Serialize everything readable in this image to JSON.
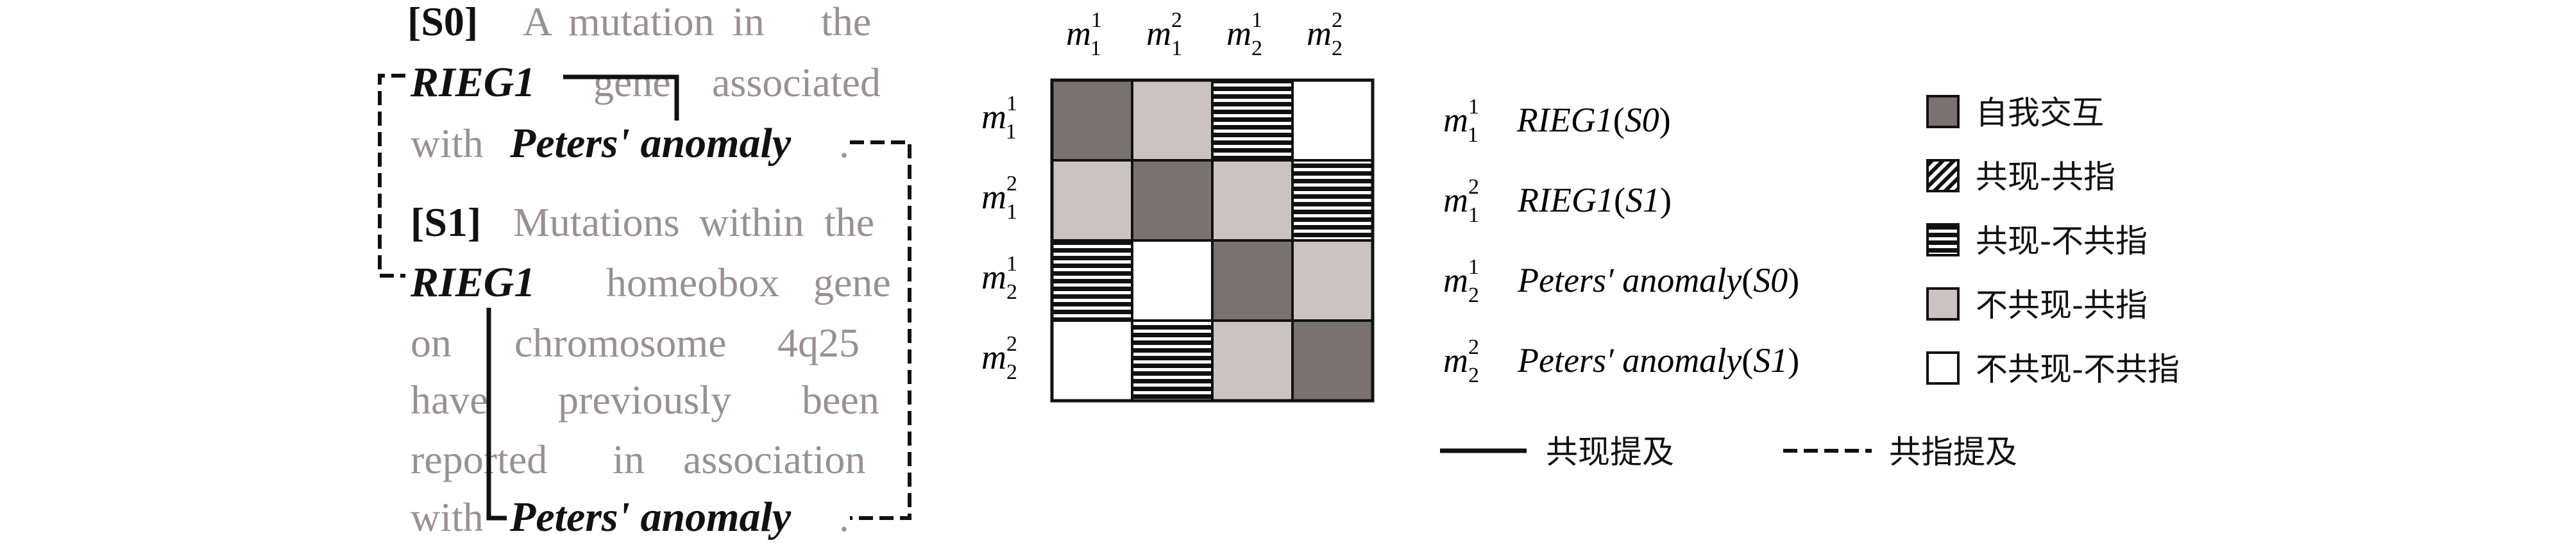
{
  "sentences": {
    "s0": {
      "tag": "[S0]",
      "line1_words": [
        "A",
        "mutation",
        "in",
        "the"
      ],
      "line2_entity": "RIEG1",
      "line2_words": [
        "gene",
        "associated"
      ],
      "line3_prefix": "with",
      "line3_entity": "Peters' anomaly",
      "line3_end": "."
    },
    "s1": {
      "tag": "[S1]",
      "line1_words": [
        "Mutations",
        "within",
        "the"
      ],
      "line2_entity": "RIEG1",
      "line2_words": [
        "homeobox",
        "gene"
      ],
      "line3_words": [
        "on",
        "chromosome",
        "4q25"
      ],
      "line4_words": [
        "have",
        "previously",
        "been"
      ],
      "line5_words": [
        "reported",
        "in",
        "association"
      ],
      "line6_prefix": "with",
      "line6_entity": "Peters' anomaly",
      "line6_end": "."
    }
  },
  "matrix": {
    "columns": [
      {
        "base": "m",
        "sup": "1",
        "sub": "1"
      },
      {
        "base": "m",
        "sup": "2",
        "sub": "1"
      },
      {
        "base": "m",
        "sup": "1",
        "sub": "2"
      },
      {
        "base": "m",
        "sup": "2",
        "sub": "2"
      }
    ],
    "rows": [
      {
        "base": "m",
        "sup": "1",
        "sub": "1"
      },
      {
        "base": "m",
        "sup": "2",
        "sub": "1"
      },
      {
        "base": "m",
        "sup": "1",
        "sub": "2"
      },
      {
        "base": "m",
        "sup": "2",
        "sub": "2"
      }
    ],
    "cells": [
      [
        "self",
        "noco-coref",
        "co-nocoref",
        "noco-nocoref"
      ],
      [
        "noco-coref",
        "self",
        "noco-coref",
        "co-nocoref"
      ],
      [
        "co-nocoref",
        "noco-nocoref",
        "self",
        "noco-coref"
      ],
      [
        "noco-nocoref",
        "co-nocoref",
        "noco-coref",
        "self"
      ]
    ]
  },
  "mentions": [
    {
      "base": "m",
      "sup": "1",
      "sub": "1",
      "name": "RIEG1",
      "src": "S0"
    },
    {
      "base": "m",
      "sup": "2",
      "sub": "1",
      "name": "RIEG1",
      "src": "S1"
    },
    {
      "base": "m",
      "sup": "1",
      "sub": "2",
      "name": "Peters′ anomaly",
      "src": "S0"
    },
    {
      "base": "m",
      "sup": "2",
      "sub": "2",
      "name": "Peters′ anomaly",
      "src": "S1"
    }
  ],
  "legend": [
    {
      "key": "self",
      "label": "自我交互"
    },
    {
      "key": "co-coref",
      "label": "共现-共指"
    },
    {
      "key": "co-nocoref",
      "label": "共现-不共指"
    },
    {
      "key": "noco-coref",
      "label": "不共现-共指"
    },
    {
      "key": "noco-nocoref",
      "label": "不共现-不共指"
    }
  ],
  "line_legend": {
    "solid_label": "共现提及",
    "dashed_label": "共指提及"
  },
  "colors": {
    "self": "#7a7171",
    "coref": "#cbc2c2",
    "text_gray": "#9a9090",
    "text_dark": "#111111"
  }
}
